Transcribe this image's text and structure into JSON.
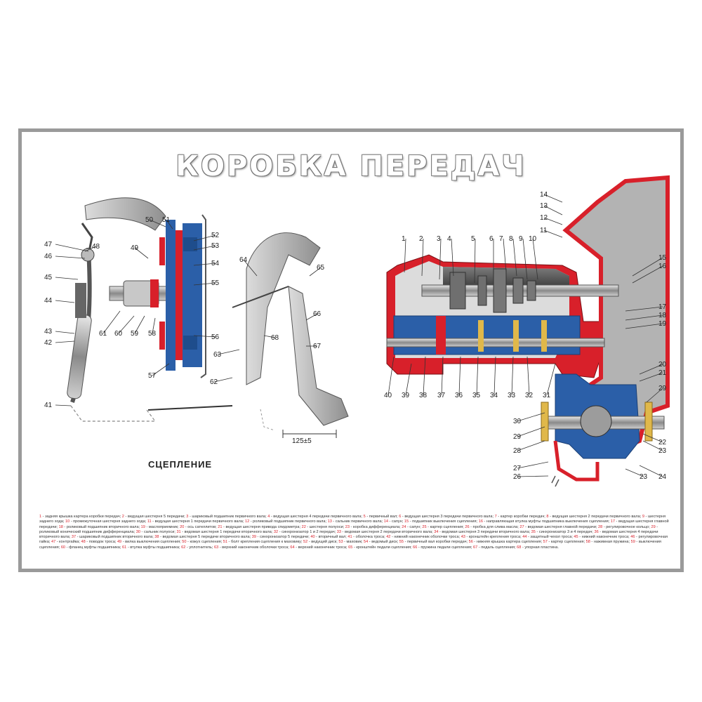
{
  "title": "КОРОБКА ПЕРЕДАЧ",
  "subtitle": "СЦЕПЛЕНИЕ",
  "dimension_label": "125±5",
  "colors": {
    "frame": "#9a9a9a",
    "housing_red": "#d8202a",
    "shaft_blue": "#2b5fa8",
    "metal_gray": "#9c9c9c",
    "legend_number": "#d8202a"
  },
  "callouts_left": [
    "47",
    "46",
    "45",
    "44",
    "43",
    "42",
    "41",
    "48",
    "49",
    "50",
    "51",
    "52",
    "53",
    "54",
    "55",
    "56",
    "57",
    "58",
    "59",
    "60",
    "61",
    "62",
    "63",
    "64",
    "65",
    "66",
    "67",
    "68"
  ],
  "callouts_right": [
    "1",
    "2",
    "3",
    "4",
    "5",
    "6",
    "7",
    "8",
    "9",
    "10",
    "11",
    "12",
    "13",
    "14",
    "15",
    "16",
    "17",
    "18",
    "19",
    "20",
    "21",
    "22",
    "23",
    "24",
    "23",
    "26",
    "27",
    "28",
    "29",
    "29",
    "30",
    "31",
    "32",
    "33",
    "34",
    "35",
    "36",
    "37",
    "38",
    "39",
    "40"
  ],
  "legend": [
    {
      "n": "1",
      "t": "задняя крышка картера коробки передач"
    },
    {
      "n": "2",
      "t": "ведущая шестерня 5 передачи"
    },
    {
      "n": "3",
      "t": "шариковый подшипник первичного вала"
    },
    {
      "n": "4",
      "t": "ведущая шестерня 4 передачи первичного вала"
    },
    {
      "n": "5",
      "t": "первичный вал"
    },
    {
      "n": "6",
      "t": "ведущая шестерня 3 передачи первичного вала"
    },
    {
      "n": "7",
      "t": "картер коробки передач"
    },
    {
      "n": "8",
      "t": "ведущая шестерня 2 передачи первичного вала"
    },
    {
      "n": "9",
      "t": "шестерня заднего хода"
    },
    {
      "n": "10",
      "t": "промежуточная шестерня заднего хода"
    },
    {
      "n": "11",
      "t": "ведущая шестерня 1 передачи первичного вала"
    },
    {
      "n": "12",
      "t": "роликовый подшипник первичного вала"
    },
    {
      "n": "13",
      "t": "сальник первичного вала"
    },
    {
      "n": "14",
      "t": "сапун"
    },
    {
      "n": "15",
      "t": "подшипник выключения сцепления"
    },
    {
      "n": "16",
      "t": "направляющая втулка муфты подшипника выключения сцепления"
    },
    {
      "n": "17",
      "t": "ведущая шестерня главной передачи"
    },
    {
      "n": "18",
      "t": "роликовый подшипник вторичного вала"
    },
    {
      "n": "19",
      "t": "маслоприемник"
    },
    {
      "n": "20",
      "t": "ось сателлитов"
    },
    {
      "n": "21",
      "t": "ведущая шестерня привода спидометра"
    },
    {
      "n": "22",
      "t": "шестерня полуоси"
    },
    {
      "n": "23",
      "t": "коробка дифференциала"
    },
    {
      "n": "24",
      "t": "сапун"
    },
    {
      "n": "25",
      "t": "картер сцепления"
    },
    {
      "n": "26",
      "t": "пробка для слива масла"
    },
    {
      "n": "27",
      "t": "ведомая шестерня главной передачи"
    },
    {
      "n": "28",
      "t": "регулировочное кольцо"
    },
    {
      "n": "29",
      "t": "роликовый конический подшипник дифференциала"
    },
    {
      "n": "30",
      "t": "сальник полуоси"
    },
    {
      "n": "31",
      "t": "ведомая шестерня 1 передачи вторичного вала"
    },
    {
      "n": "32",
      "t": "синхронизатор 1 и 2 передач"
    },
    {
      "n": "33",
      "t": "ведомая шестерня 2 передачи вторичного вала"
    },
    {
      "n": "34",
      "t": "ведомая шестерня 3 передачи вторичного вала"
    },
    {
      "n": "35",
      "t": "синхронизатор 3 и 4 передач"
    },
    {
      "n": "36",
      "t": "ведомая шестерня 4 передачи вторичного вала"
    },
    {
      "n": "37",
      "t": "шариковый подшипник вторичного вала"
    },
    {
      "n": "38",
      "t": "ведомая шестерня 5 передачи вторичного вала"
    },
    {
      "n": "39",
      "t": "синхронизатор 5 передачи"
    },
    {
      "n": "40",
      "t": "вторичный вал"
    },
    {
      "n": "41",
      "t": "оболочка троса"
    },
    {
      "n": "42",
      "t": "нижний наконечник оболочки троса"
    },
    {
      "n": "43",
      "t": "кронштейн крепления троса"
    },
    {
      "n": "44",
      "t": "защитный чехол троса"
    },
    {
      "n": "45",
      "t": "нижний наконечник троса"
    },
    {
      "n": "46",
      "t": "регулировочная гайка"
    },
    {
      "n": "47",
      "t": "контргайка"
    },
    {
      "n": "48",
      "t": "поводок троса"
    },
    {
      "n": "49",
      "t": "вилка выключения сцепления"
    },
    {
      "n": "50",
      "t": "кожух сцепления"
    },
    {
      "n": "51",
      "t": "болт крепления сцепления к маховику"
    },
    {
      "n": "52",
      "t": "ведущий диск"
    },
    {
      "n": "53",
      "t": "маховик"
    },
    {
      "n": "54",
      "t": "ведомый диск"
    },
    {
      "n": "55",
      "t": "первичный вал коробки передач"
    },
    {
      "n": "56",
      "t": "нижняя крышка картера сцепления"
    },
    {
      "n": "57",
      "t": "картер сцепления"
    },
    {
      "n": "58",
      "t": "нажимная пружина"
    },
    {
      "n": "59",
      "t": "выключения сцепления"
    },
    {
      "n": "60",
      "t": "фланец муфты подшипника"
    },
    {
      "n": "61",
      "t": "втулка муфты подшипника"
    },
    {
      "n": "62",
      "t": "уплотнитель"
    },
    {
      "n": "63",
      "t": "верхний наконечник оболочки троса"
    },
    {
      "n": "64",
      "t": "верхний наконечник троса"
    },
    {
      "n": "65",
      "t": "кронштейн педали сцепления"
    },
    {
      "n": "66",
      "t": "пружина педали сцепления"
    },
    {
      "n": "67",
      "t": "педаль сцепления"
    },
    {
      "n": "68",
      "t": "упорная пластина"
    }
  ]
}
